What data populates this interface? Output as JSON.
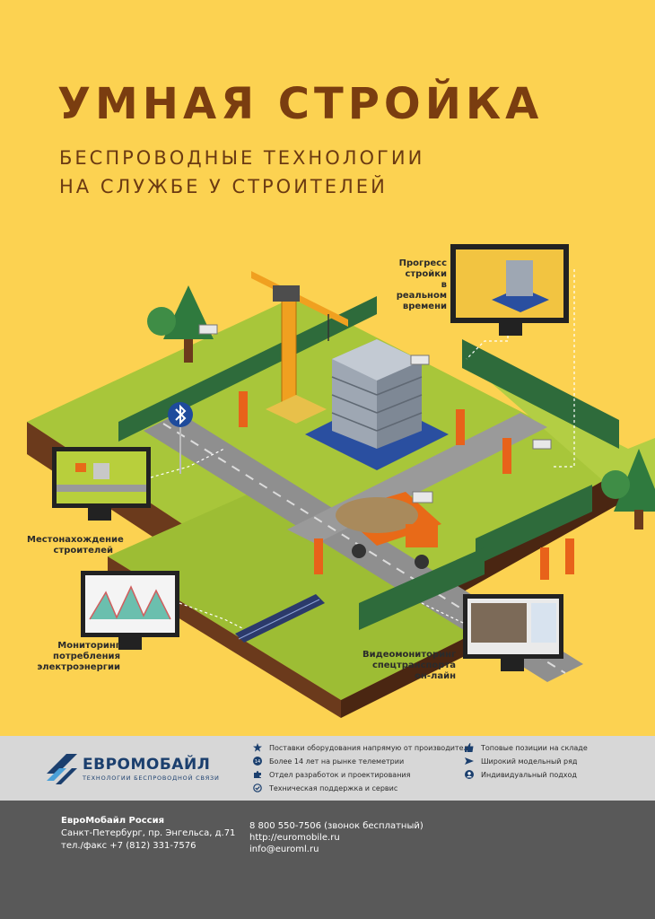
{
  "poster": {
    "title": "УМНАЯ СТРОЙКА",
    "subtitle_lines": [
      "БЕСПРОВОДНЫЕ ТЕХНОЛОГИИ",
      "НА СЛУЖБЕ У СТРОИТЕЛЕЙ"
    ],
    "background_color": "#fcd251",
    "title_color": "#7a3d10"
  },
  "callouts": {
    "progress": [
      "Прогресс",
      "стройки",
      "в реальном",
      "времени"
    ],
    "location": [
      "Местонахождение",
      "строителей"
    ],
    "energy": [
      "Мониторинг",
      "потребления",
      "электроэнергии"
    ],
    "video": [
      "Видеомониторинг",
      "спецтранспорта",
      "он-лайн"
    ]
  },
  "brand": {
    "name": "ЕВРОМОБАЙЛ",
    "tagline": "ТЕХНОЛОГИИ БЕСПРОВОДНОЙ СВЯЗИ",
    "color": "#1b3f6e"
  },
  "features_left": [
    {
      "icon": "star-icon",
      "text": "Поставки оборудования напрямую от производителя"
    },
    {
      "icon": "fourteen-badge-icon",
      "text": "Более 14 лет на рынке телеметрии"
    },
    {
      "icon": "puzzle-icon",
      "text": "Отдел разработок и проектирования"
    },
    {
      "icon": "check-circle-icon",
      "text": "Техническая поддержка и сервис"
    }
  ],
  "features_right": [
    {
      "icon": "thumbs-up-icon",
      "text": "Топовые позиции на складе"
    },
    {
      "icon": "send-icon",
      "text": "Широкий модельный ряд"
    },
    {
      "icon": "user-circle-icon",
      "text": "Индивидуальный подход"
    }
  ],
  "badge_number": "14",
  "footer": {
    "company": "ЕвроМобайл Россия",
    "address": "Санкт-Петербург, пр. Энгельса, д.71",
    "phone_fax": "тел./факс +7 (812) 331-7576",
    "toll_free": "8 800 550-7506 (звонок бесплатный)",
    "website": "http://euromobile.ru",
    "email": "info@euroml.ru"
  }
}
